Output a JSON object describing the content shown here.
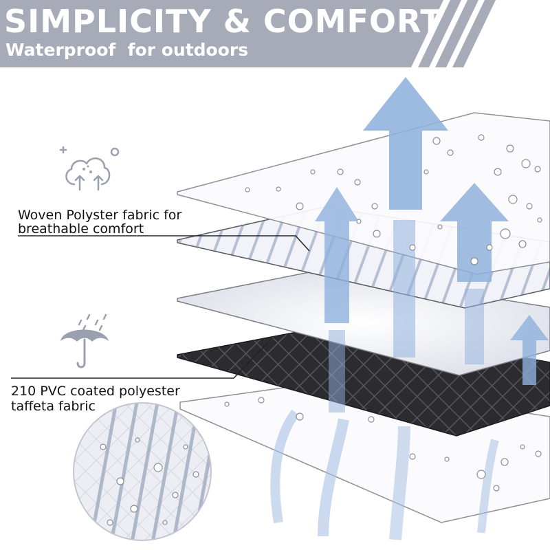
{
  "banner": {
    "title": "SIMPLICITY & COMFORT",
    "subtitle": "Waterproof  for outdoors",
    "background_color": "#a7aab7",
    "text_color": "#ffffff"
  },
  "features": [
    {
      "line1": "Woven Polyster fabric for",
      "line2": "breathable comfort",
      "icon": "breathable-fabric-icon"
    },
    {
      "line1": "210 PVC coated polyester",
      "line2": "taffeta fabric",
      "icon": "umbrella-rain-icon"
    }
  ],
  "colors": {
    "arrow": "#8fb0dc",
    "dark_layer": "#2b2b2e",
    "light_layer": "#eef0f6",
    "stripe": "#9aa8c0",
    "icon": "#9aa0ad"
  }
}
